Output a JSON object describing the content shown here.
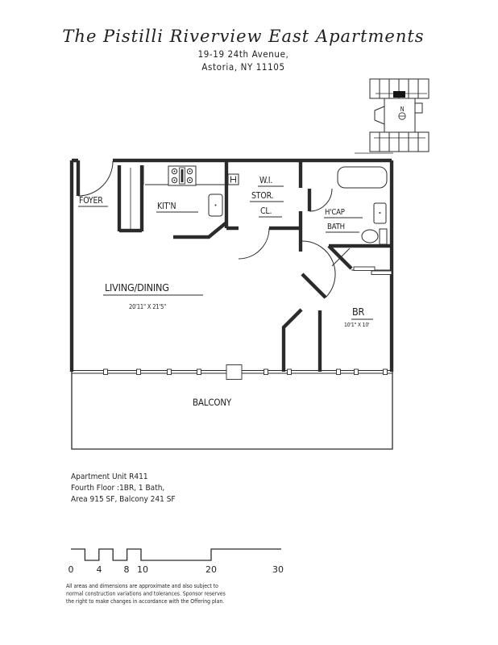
{
  "header": {
    "title": "The Pistilli Riverview East Apartments",
    "address_line1": "19-19 24th Avenue,",
    "address_line2": "Astoria, NY 11105"
  },
  "key_plan": {
    "north_label": "N"
  },
  "floor_plan": {
    "rooms": {
      "foyer": "FOYER",
      "kitchen": "KIT'N",
      "storage_line1": "W.I.",
      "storage_line2": "STOR.",
      "storage_line3": "CL.",
      "bath_line1": "H'CAP",
      "bath_line2": "BATH",
      "living": "LIVING/DINING",
      "living_dim": "20'11\" X 21'5\"",
      "bedroom": "BR",
      "bedroom_dim": "10'1\" X 10'",
      "balcony": "BALCONY"
    }
  },
  "unit_info": {
    "line1": "Apartment Unit R411",
    "line2": "Fourth Floor :1BR, 1 Bath,",
    "line3": "Area 915 SF, Balcony 241 SF"
  },
  "scale_bar": {
    "labels": [
      "0",
      "4",
      "8",
      "10",
      "20",
      "30"
    ]
  },
  "disclaimer": {
    "line1": "All areas and dimensions are approximate and also subject to",
    "line2": "normal construction variations and tolerances. Sponsor reserves",
    "line3": "the right to make changes in accordance with the Offering plan."
  },
  "colors": {
    "line": "#2b2b2b",
    "background": "#ffffff"
  }
}
